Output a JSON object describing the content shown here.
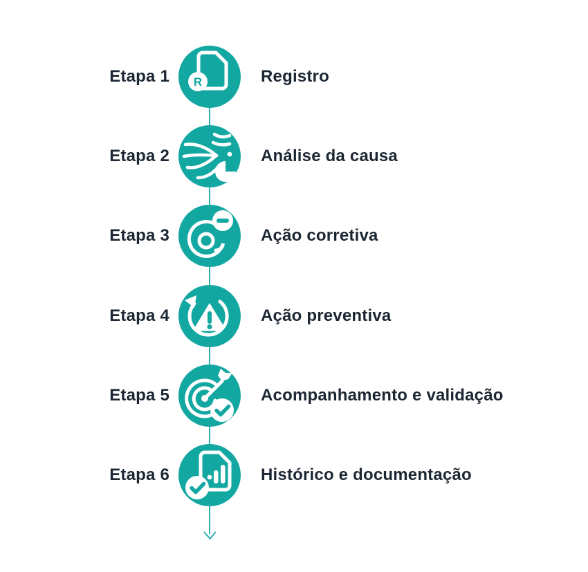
{
  "colors": {
    "accent_teal": "#13a7a2",
    "text_dark": "#1c2733",
    "line_teal": "#2fb0b5",
    "background": "#ffffff"
  },
  "timeline": {
    "arrow_icon": "arrow-down-icon"
  },
  "steps": [
    {
      "step": "Etapa 1",
      "title": "Registro",
      "icon": "document-r-icon"
    },
    {
      "step": "Etapa 2",
      "title": "Análise da causa",
      "icon": "cause-analysis-icon"
    },
    {
      "step": "Etapa 3",
      "title": "Ação corretiva",
      "icon": "at-minus-icon"
    },
    {
      "step": "Etapa 4",
      "title": "Ação preventiva",
      "icon": "alert-restore-icon"
    },
    {
      "step": "Etapa 5",
      "title": "Acompanhamento e validação",
      "icon": "target-check-icon"
    },
    {
      "step": "Etapa 6",
      "title": "Histórico e documentação",
      "icon": "document-chart-check-icon"
    }
  ],
  "badges": {
    "registro_letter": "R"
  }
}
